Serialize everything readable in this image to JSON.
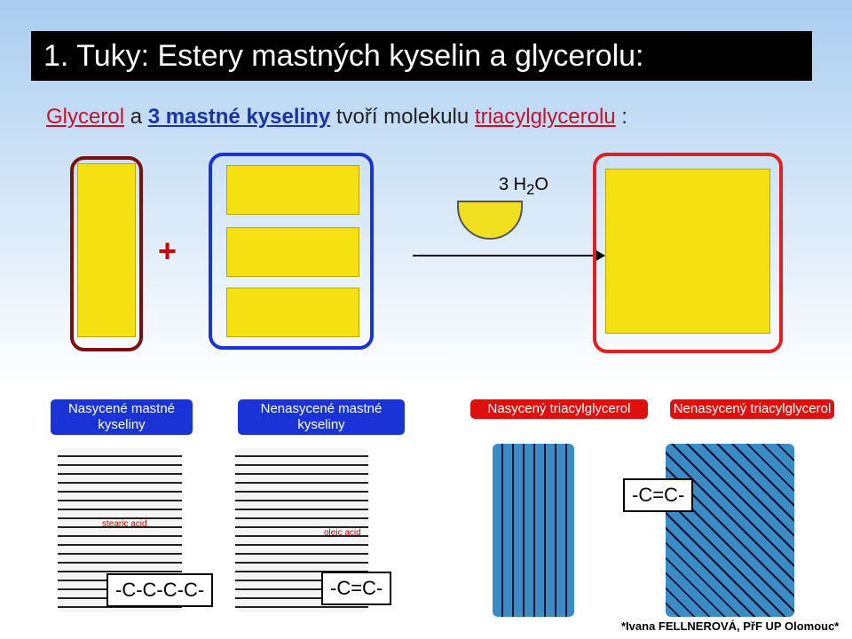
{
  "title": "1. Tuky:  Estery mastných kyselin a  glycerolu:",
  "subtitle": {
    "glycerol": "Glycerol",
    "a": " a ",
    "fa": "3 mastné kyseliny",
    "tvori": " tvoří molekulu ",
    "tag": "triacylglycerolu",
    "colon": " :"
  },
  "plus": "+",
  "water": "3 H",
  "water2": "2",
  "water3": "O",
  "labels": [
    "Nasycené mastné kyseliny",
    "Nenasycené mastné kyseliny",
    "Nasycený triacylglycerol",
    "Nenasycený triacylglycerol"
  ],
  "stearic": "stearic acid",
  "oleic": "oleic acid",
  "f1": "-C-C-C-C-",
  "f2": "-C=C-",
  "f3": "-C=C-",
  "credit": "*Ivana FELLNEROVÁ, PřF UP Olomouc*"
}
